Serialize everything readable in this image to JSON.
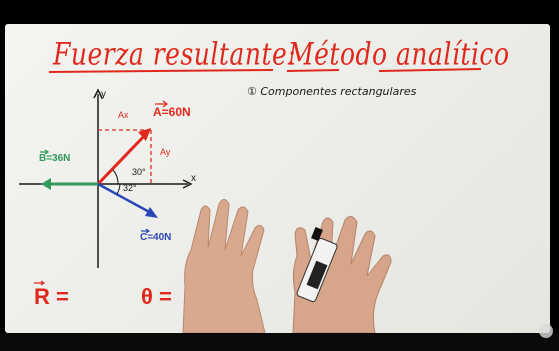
{
  "title": {
    "part1": "Fuerza resultante:",
    "part2": "Método analítico"
  },
  "subtitle": "① Componentes rectangulares",
  "vectors": {
    "a_label": "A=60N",
    "ax_label": "Ax",
    "ay_label": "Ay",
    "b_label": "B=36N",
    "c_label": "C=40N",
    "angle_a": "30°",
    "angle_c": "32°"
  },
  "axes": {
    "x_label": "x",
    "y_label": "y"
  },
  "results": {
    "r_label": "R =",
    "theta_label": "θ ="
  },
  "colors": {
    "marker_red": "#e0291c",
    "marker_black": "#1a1a1a",
    "marker_green": "#2f9a5a",
    "marker_blue": "#2a48b8",
    "board": "#f0f0ec"
  }
}
